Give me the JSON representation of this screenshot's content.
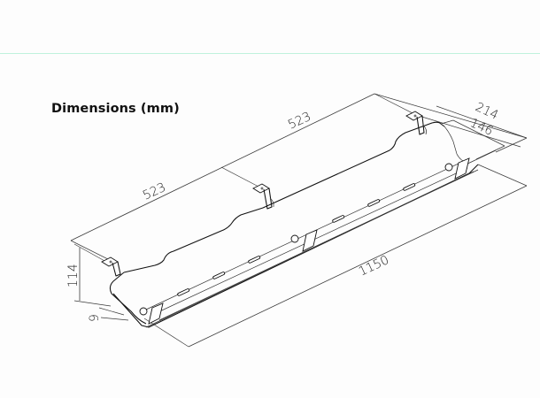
{
  "header": {
    "divider_color": "#bff2dc"
  },
  "title": "Dimensions (mm)",
  "diagram": {
    "subject": "cable-management-tray",
    "dimensions": {
      "segment_left": "523",
      "segment_right": "523",
      "total_length": "1150",
      "depth_outer": "214",
      "depth_inner": "146",
      "height": "114",
      "lip": "9"
    },
    "unit": "mm"
  }
}
